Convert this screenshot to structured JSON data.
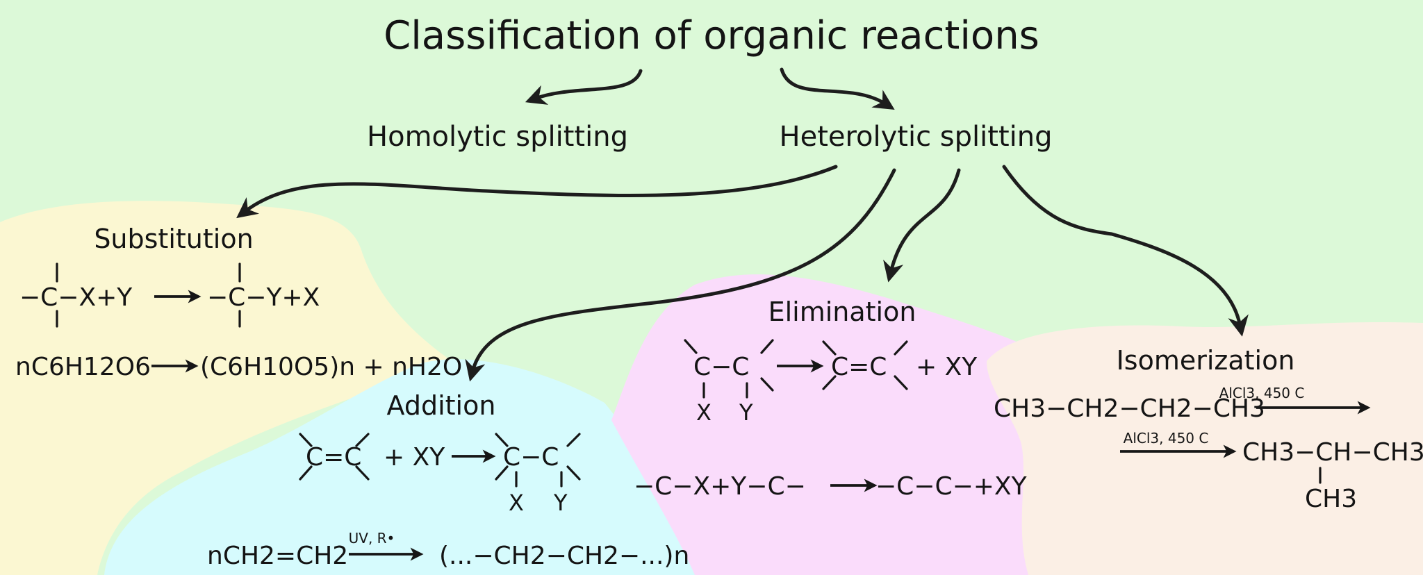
{
  "title": "Classification of organic reactions",
  "branches": {
    "homolytic": "Homolytic splitting",
    "heterolytic": "Heterolytic splitting"
  },
  "categories": {
    "substitution": "Substitution",
    "addition": "Addition",
    "elimination": "Elimination",
    "isomerization": "Isomerization"
  },
  "substitution_eq1": {
    "left": "−C−X+Y",
    "right": "−C−Y+X"
  },
  "substitution_eq2": {
    "left": "nC6H12O6",
    "right": "(C6H10O5)n + nH2O"
  },
  "addition_eq1": {
    "left": "C=C",
    "plus": "+ XY",
    "right": "C−C",
    "sub_left": "X",
    "sub_right": "Y"
  },
  "addition_eq2": {
    "left": "nCH2=CH2",
    "condition": "UV, R•",
    "right": "(...−CH2−CH2−...)n"
  },
  "elimination_eq1": {
    "left": "C−C",
    "sub_left": "X",
    "sub_right": "Y",
    "right": "C=C",
    "plus": "+ XY"
  },
  "elimination_eq2": {
    "left": "−C−X+Y−C−",
    "right": "−C−C−+XY"
  },
  "isomerization_eq": {
    "reactant": "CH3−CH2−CH2−CH3",
    "condition": "AlCl3, 450 C",
    "product": "CH3−CH−CH3",
    "branch": "CH3"
  },
  "colors": {
    "background": "#dcf9d8",
    "substitution_region": "#fbf7d2",
    "addition_region": "#d6fbfd",
    "elimination_region": "#fadcfb",
    "isomerization_region": "#fbefe5",
    "ink": "#141414"
  }
}
